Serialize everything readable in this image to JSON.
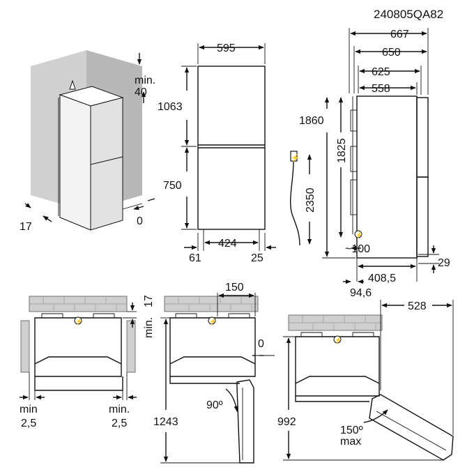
{
  "code": "240805QA82",
  "side_view": {
    "top_clearance_label": "min.",
    "top_clearance_value": "40",
    "left_gap": "17",
    "right_gap": "0"
  },
  "front_view": {
    "width": "595",
    "freezer_height": "1063",
    "fridge_height": "750",
    "foot_span": "424",
    "left_offset": "61",
    "right_offset": "25"
  },
  "cable": {
    "length": "2350"
  },
  "profile_view": {
    "depth_667": "667",
    "depth_650": "650",
    "depth_625": "625",
    "depth_558": "558",
    "height_total": "1860",
    "height_body": "1825",
    "rear_gap": "~100",
    "foot_offset": "408,5",
    "foot_depth": "94,6",
    "foot_height": "29"
  },
  "top_view_left": {
    "wall_gap_label": "min.",
    "wall_gap_value": "17",
    "left_label": "min",
    "left_value": "2,5",
    "right_label": "min.",
    "right_value": "2,5"
  },
  "top_view_middle": {
    "offset_150": "150",
    "side_zero": "0",
    "angle": "90º",
    "swing_depth": "1243"
  },
  "top_view_right": {
    "door_width": "528",
    "swing_depth": "992",
    "angle": "150º",
    "angle_note": "max"
  }
}
